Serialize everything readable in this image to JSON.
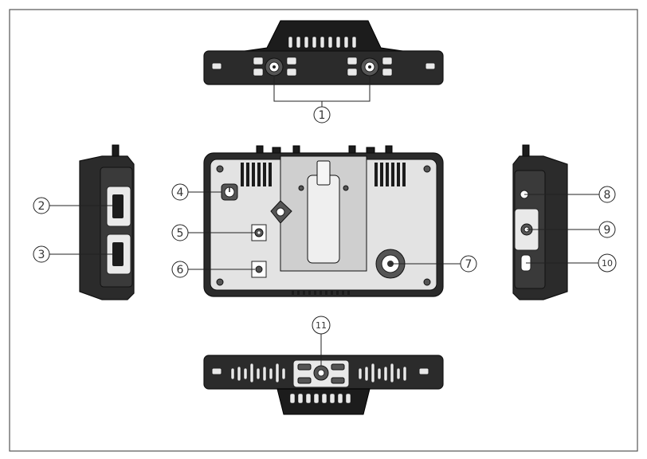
{
  "callouts": [
    {
      "id": "1",
      "label": "1"
    },
    {
      "id": "2",
      "label": "2"
    },
    {
      "id": "3",
      "label": "3"
    },
    {
      "id": "4",
      "label": "4"
    },
    {
      "id": "5",
      "label": "5"
    },
    {
      "id": "6",
      "label": "6"
    },
    {
      "id": "7",
      "label": "7"
    },
    {
      "id": "8",
      "label": "8"
    },
    {
      "id": "9",
      "label": "9"
    },
    {
      "id": "10",
      "label": "10"
    },
    {
      "id": "11",
      "label": "11"
    }
  ],
  "colors": {
    "frame": "#555555",
    "body": "#2b2b2b",
    "panel": "#e9e9e9",
    "line": "#222222"
  }
}
